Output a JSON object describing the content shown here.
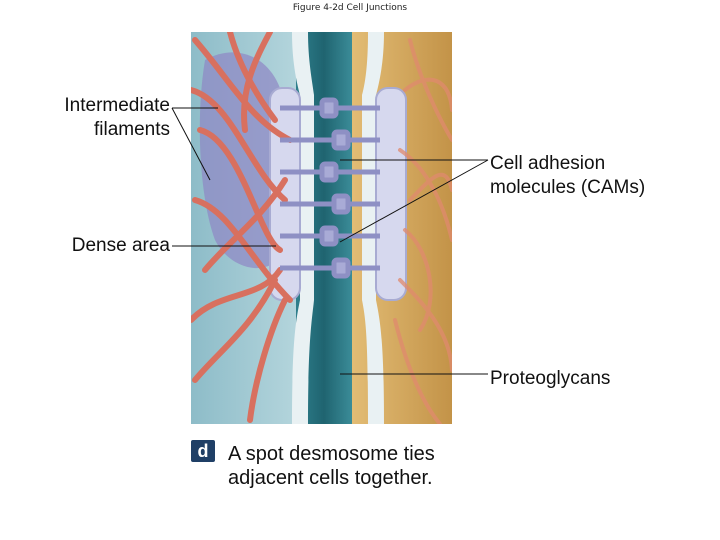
{
  "figure_title": "Figure 4-2d Cell Junctions",
  "labels": {
    "intermediate_filaments": "Intermediate\nfilaments",
    "cams": "Cell adhesion\nmolecules (CAMs)",
    "dense_area": "Dense area",
    "proteoglycans": "Proteoglycans"
  },
  "panel": {
    "letter": "d",
    "caption": "A spot desmosome ties\nadjacent cells together."
  },
  "colors": {
    "left_cell": "#a9cdd6",
    "right_cell": "#cfa25a",
    "dense_plaque": "#d4d6ec",
    "membrane": "#e3eef1",
    "intercellular_space": "#3f8e9a",
    "filament": "#dc7868",
    "cam": "#8e90c4"
  }
}
